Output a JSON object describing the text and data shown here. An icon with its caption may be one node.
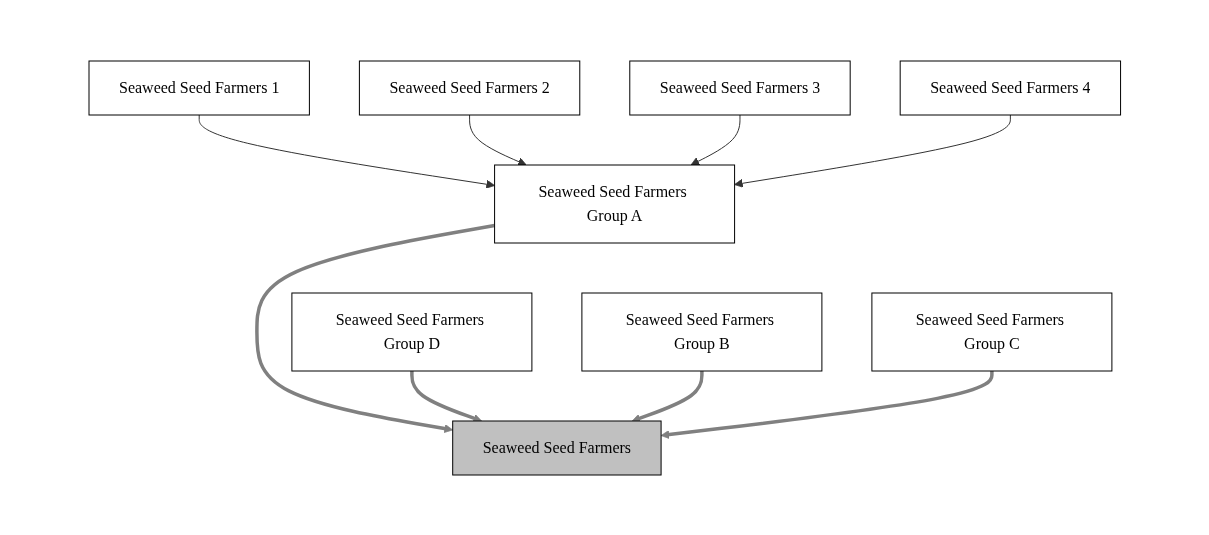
{
  "diagram": {
    "nodes": [
      {
        "text": [
          "Seaweed Seed Farmers 1"
        ]
      },
      {
        "text": [
          "Seaweed Seed Farmers 2"
        ]
      },
      {
        "text": [
          "Seaweed Seed Farmers 3"
        ]
      },
      {
        "text": [
          "Seaweed Seed Farmers 4"
        ]
      },
      {
        "text": [
          "Seaweed Seed Farmers Group A"
        ]
      },
      {
        "text": [
          "Seaweed Seed Farmers Group D"
        ]
      },
      {
        "text": [
          "Seaweed Seed Farmers"
        ]
      },
      {
        "text": [
          "Seaweed Seed Farmers Group B"
        ]
      },
      {
        "text": [
          "Seaweed Seed Farmers Group C"
        ]
      }
    ],
    "edges": [
      {
        "from": 0,
        "to": 4,
        "arrow": "to"
      },
      {
        "from": 1,
        "to": 4,
        "arrow": "to"
      },
      {
        "from": 2,
        "to": 4,
        "arrow": "to"
      },
      {
        "from": 3,
        "to": 4,
        "arrow": "to"
      },
      {
        "from": 4,
        "to": 6,
        "arrow": "to",
        "style": "thick"
      },
      {
        "from": 5,
        "to": 6,
        "arrow": "to",
        "style": "thick"
      },
      {
        "from": 7,
        "to": 6,
        "arrow": "to",
        "style": "thick"
      },
      {
        "from": 8,
        "to": 6,
        "arrow": "to",
        "style": "thick"
      }
    ]
  }
}
